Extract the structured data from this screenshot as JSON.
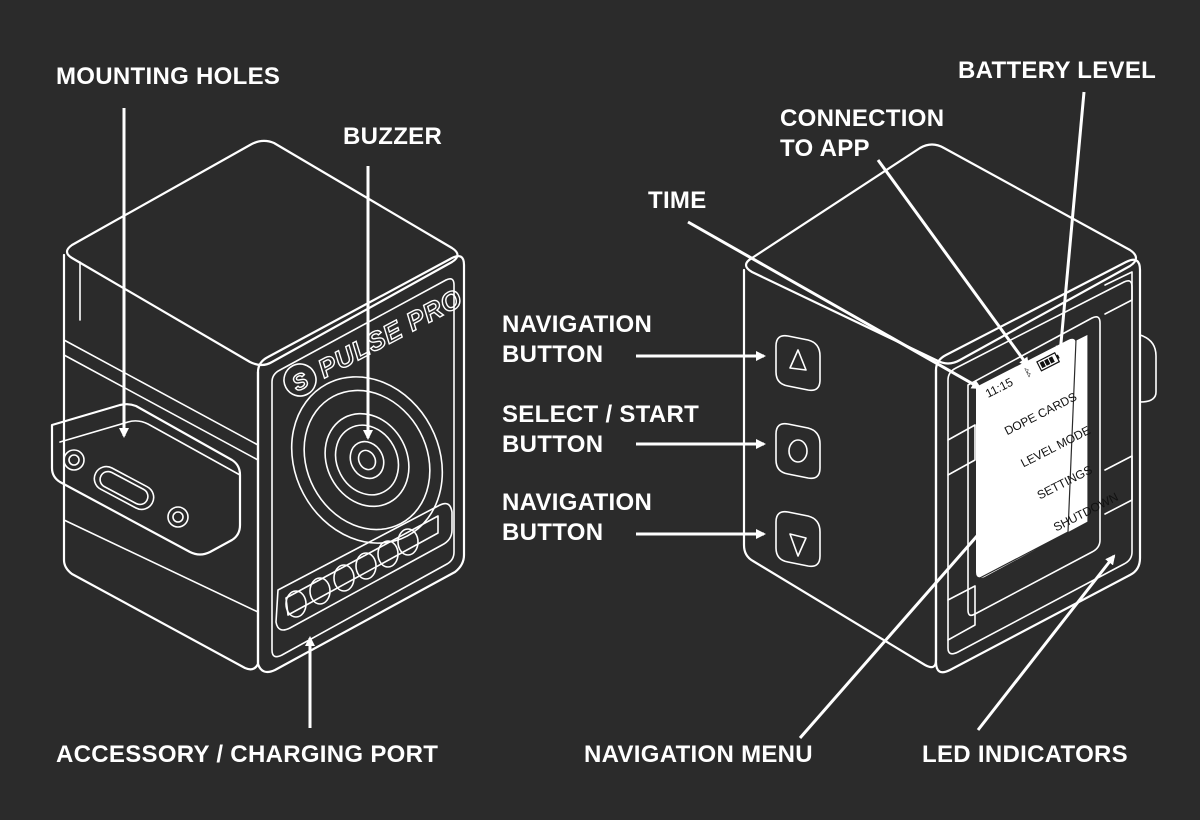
{
  "labels": {
    "mounting_holes": "MOUNTING HOLES",
    "buzzer": "BUZZER",
    "accessory_port": "ACCESSORY / CHARGING PORT",
    "time": "TIME",
    "connection_line1": "CONNECTION",
    "connection_line2": "TO APP",
    "battery_level": "BATTERY LEVEL",
    "nav_button_top_line1": "NAVIGATION",
    "nav_button_top_line2": "BUTTON",
    "select_line1": "SELECT / START",
    "select_line2": "BUTTON",
    "nav_button_bottom_line1": "NAVIGATION",
    "nav_button_bottom_line2": "BUTTON",
    "navigation_menu": "NAVIGATION MENU",
    "led_indicators": "LED INDICATORS"
  },
  "device": {
    "brand": "PULSE PRO",
    "logo_mark": "S"
  },
  "screen": {
    "time": "11:15",
    "bluetooth_icon": "bluetooth-icon",
    "battery_icon": "battery-icon",
    "menu": [
      "DOPE CARDS",
      "LEVEL MODE",
      "SETTINGS",
      "SHUTDOWN"
    ]
  },
  "colors": {
    "background": "#2b2b2b",
    "linework": "#ffffff",
    "screen": "#ffffff"
  }
}
